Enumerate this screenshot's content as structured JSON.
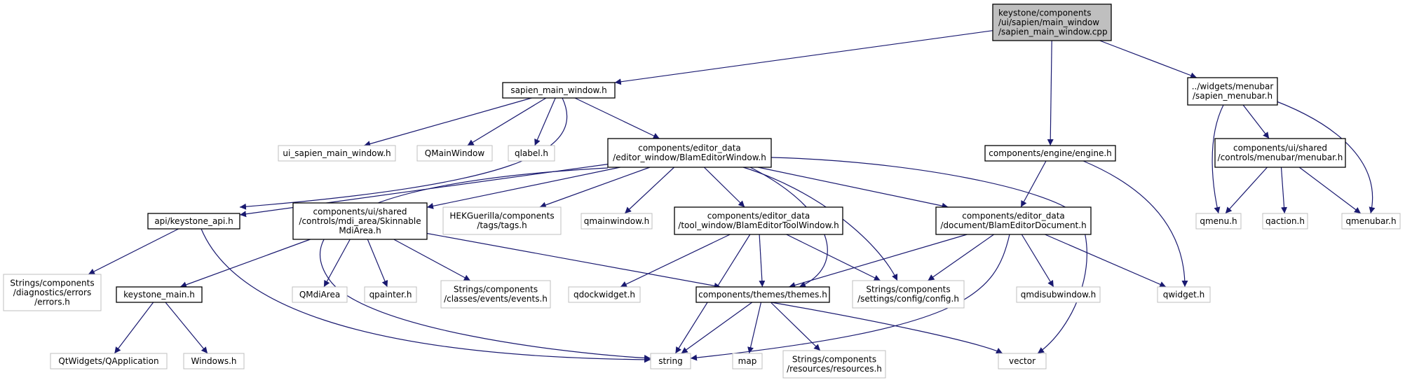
{
  "colors": {
    "edge": "#191970",
    "root_fill": "#bfbfbf",
    "box_border": "#000000",
    "external_border": "#bfbfbf",
    "background": "#ffffff"
  },
  "nodes": [
    {
      "id": "root",
      "lines": [
        "keystone/components",
        "/ui/sapien/main_window",
        "/sapien_main_window.cpp"
      ],
      "kind": "root"
    },
    {
      "id": "smw_h",
      "lines": [
        "sapien_main_window.h"
      ],
      "kind": "file"
    },
    {
      "id": "menubar_h",
      "lines": [
        "../widgets/menubar",
        "/sapien_menubar.h"
      ],
      "kind": "file"
    },
    {
      "id": "engine_h",
      "lines": [
        "components/engine/engine.h"
      ],
      "kind": "file"
    },
    {
      "id": "ui_smw_h",
      "lines": [
        "ui_sapien_main_window.h"
      ],
      "kind": "external"
    },
    {
      "id": "qmainwindow_cap",
      "lines": [
        "QMainWindow"
      ],
      "kind": "external"
    },
    {
      "id": "qlabel",
      "lines": [
        "qlabel.h"
      ],
      "kind": "external"
    },
    {
      "id": "bew_h",
      "lines": [
        "components/editor_data",
        "/editor_window/BlamEditorWindow.h"
      ],
      "kind": "file"
    },
    {
      "id": "shared_menubar_h",
      "lines": [
        "components/ui/shared",
        "/controls/menubar/menubar.h"
      ],
      "kind": "file"
    },
    {
      "id": "qmenu",
      "lines": [
        "qmenu.h"
      ],
      "kind": "external"
    },
    {
      "id": "qaction",
      "lines": [
        "qaction.h"
      ],
      "kind": "external"
    },
    {
      "id": "qmenubar",
      "lines": [
        "qmenubar.h"
      ],
      "kind": "external"
    },
    {
      "id": "keystone_api",
      "lines": [
        "api/keystone_api.h"
      ],
      "kind": "file"
    },
    {
      "id": "skinnable",
      "lines": [
        "components/ui/shared",
        "/controls/mdi_area/Skinnable",
        "MdiArea.h"
      ],
      "kind": "file"
    },
    {
      "id": "tags",
      "lines": [
        "HEKGuerilla/components",
        "/tags/tags.h"
      ],
      "kind": "external"
    },
    {
      "id": "qmainwindow_lc",
      "lines": [
        "qmainwindow.h"
      ],
      "kind": "external"
    },
    {
      "id": "betw_h",
      "lines": [
        "components/editor_data",
        "/tool_window/BlamEditorToolWindow.h"
      ],
      "kind": "file"
    },
    {
      "id": "bed_h",
      "lines": [
        "components/editor_data",
        "/document/BlamEditorDocument.h"
      ],
      "kind": "file"
    },
    {
      "id": "errors",
      "lines": [
        "Strings/components",
        "/diagnostics/errors",
        "/errors.h"
      ],
      "kind": "external"
    },
    {
      "id": "keystone_main",
      "lines": [
        "keystone_main.h"
      ],
      "kind": "file"
    },
    {
      "id": "qmdiarea",
      "lines": [
        "QMdiArea"
      ],
      "kind": "external"
    },
    {
      "id": "qpainter",
      "lines": [
        "qpainter.h"
      ],
      "kind": "external"
    },
    {
      "id": "events",
      "lines": [
        "Strings/components",
        "/classes/events/events.h"
      ],
      "kind": "external"
    },
    {
      "id": "qdockwidget",
      "lines": [
        "qdockwidget.h"
      ],
      "kind": "external"
    },
    {
      "id": "themes",
      "lines": [
        "components/themes/themes.h"
      ],
      "kind": "file"
    },
    {
      "id": "config",
      "lines": [
        "Strings/components",
        "/settings/config/config.h"
      ],
      "kind": "external"
    },
    {
      "id": "qmdisubwindow",
      "lines": [
        "qmdisubwindow.h"
      ],
      "kind": "external"
    },
    {
      "id": "qwidget",
      "lines": [
        "qwidget.h"
      ],
      "kind": "external"
    },
    {
      "id": "qapplication",
      "lines": [
        "QtWidgets/QApplication"
      ],
      "kind": "external"
    },
    {
      "id": "windows",
      "lines": [
        "Windows.h"
      ],
      "kind": "external"
    },
    {
      "id": "string",
      "lines": [
        "string"
      ],
      "kind": "external"
    },
    {
      "id": "map",
      "lines": [
        "map"
      ],
      "kind": "external"
    },
    {
      "id": "resources",
      "lines": [
        "Strings/components",
        "/resources/resources.h"
      ],
      "kind": "external"
    },
    {
      "id": "vector",
      "lines": [
        "vector"
      ],
      "kind": "external"
    }
  ],
  "edges": [
    [
      "root",
      "smw_h"
    ],
    [
      "root",
      "engine_h"
    ],
    [
      "root",
      "menubar_h"
    ],
    [
      "smw_h",
      "ui_smw_h"
    ],
    [
      "smw_h",
      "qmainwindow_cap"
    ],
    [
      "smw_h",
      "qlabel"
    ],
    [
      "smw_h",
      "bew_h"
    ],
    [
      "smw_h",
      "keystone_api"
    ],
    [
      "menubar_h",
      "shared_menubar_h"
    ],
    [
      "menubar_h",
      "qmenu"
    ],
    [
      "menubar_h",
      "qmenubar"
    ],
    [
      "shared_menubar_h",
      "qmenu"
    ],
    [
      "shared_menubar_h",
      "qaction"
    ],
    [
      "shared_menubar_h",
      "qmenubar"
    ],
    [
      "engine_h",
      "bed_h"
    ],
    [
      "engine_h",
      "qwidget"
    ],
    [
      "bew_h",
      "keystone_api"
    ],
    [
      "bew_h",
      "skinnable"
    ],
    [
      "bew_h",
      "tags"
    ],
    [
      "bew_h",
      "qmainwindow_lc"
    ],
    [
      "bew_h",
      "betw_h"
    ],
    [
      "bew_h",
      "bed_h"
    ],
    [
      "bew_h",
      "themes"
    ],
    [
      "bew_h",
      "config"
    ],
    [
      "bew_h",
      "string"
    ],
    [
      "bew_h",
      "vector"
    ],
    [
      "keystone_api",
      "errors"
    ],
    [
      "keystone_api",
      "string"
    ],
    [
      "skinnable",
      "keystone_main"
    ],
    [
      "skinnable",
      "qmdiarea"
    ],
    [
      "skinnable",
      "qpainter"
    ],
    [
      "skinnable",
      "events"
    ],
    [
      "skinnable",
      "themes"
    ],
    [
      "betw_h",
      "qdockwidget"
    ],
    [
      "betw_h",
      "themes"
    ],
    [
      "betw_h",
      "config"
    ],
    [
      "betw_h",
      "string"
    ],
    [
      "bed_h",
      "themes"
    ],
    [
      "bed_h",
      "config"
    ],
    [
      "bed_h",
      "qmdisubwindow"
    ],
    [
      "bed_h",
      "qwidget"
    ],
    [
      "bed_h",
      "string"
    ],
    [
      "keystone_main",
      "qapplication"
    ],
    [
      "keystone_main",
      "windows"
    ],
    [
      "themes",
      "string"
    ],
    [
      "themes",
      "map"
    ],
    [
      "themes",
      "resources"
    ],
    [
      "themes",
      "vector"
    ]
  ]
}
